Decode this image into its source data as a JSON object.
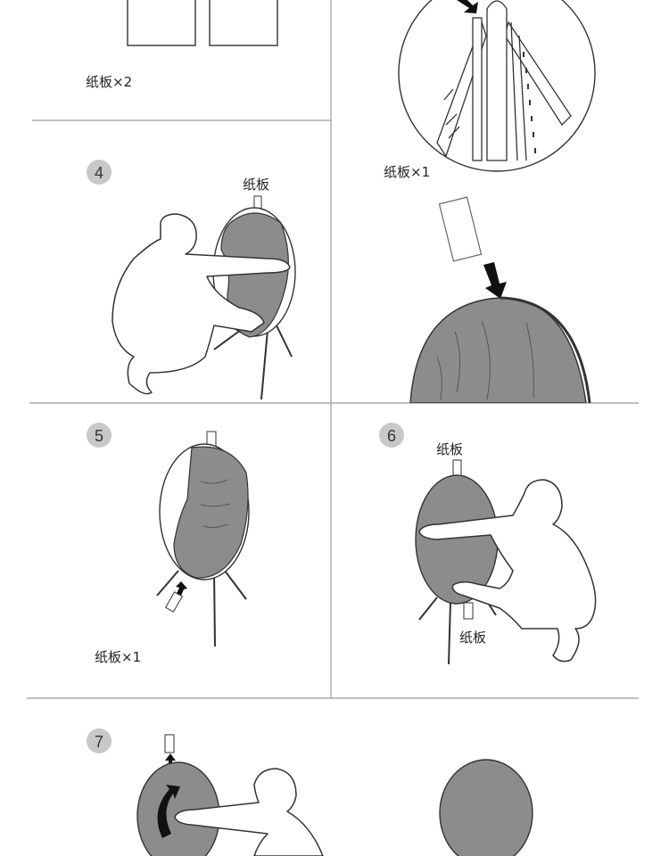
{
  "panel_top_left": {
    "caption": "纸板×2"
  },
  "panel_top_right": {
    "caption": "纸板×1"
  },
  "step4": {
    "number": "4",
    "label": "纸板"
  },
  "step5": {
    "number": "5",
    "caption": "纸板×1"
  },
  "step6": {
    "number": "6",
    "label_top": "纸板",
    "label_bottom": "纸板"
  },
  "step7": {
    "number": "7"
  },
  "colors": {
    "fill": "#8c8c8c",
    "line": "#4a4a4a",
    "divider": "#9a9a9a",
    "badge": "#c8c8c8"
  }
}
